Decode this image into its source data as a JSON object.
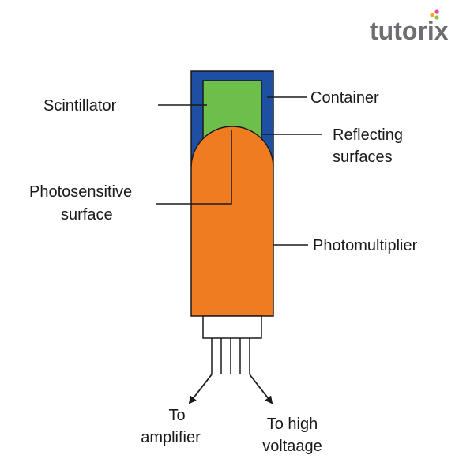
{
  "logo": {
    "text": "tutorix",
    "text_color": "#6d6e71",
    "dot_colors": [
      "#f5a623",
      "#e94b8a",
      "#8bc34a"
    ]
  },
  "labels": {
    "scintillator": "Scintillator",
    "container": "Container",
    "reflecting_1": "Reflecting",
    "reflecting_2": "surfaces",
    "photosensitive_1": "Photosensitive",
    "photosensitive_2": "surface",
    "photomultiplier": "Photomultiplier",
    "amplifier_1": "To",
    "amplifier_2": "amplifier",
    "voltage_1": "To high",
    "voltage_2": "voltaage"
  },
  "colors": {
    "container": "#1f4fa3",
    "scintillator": "#6cbf4a",
    "photomultiplier": "#f07c22",
    "outline": "#1a1a1a"
  }
}
